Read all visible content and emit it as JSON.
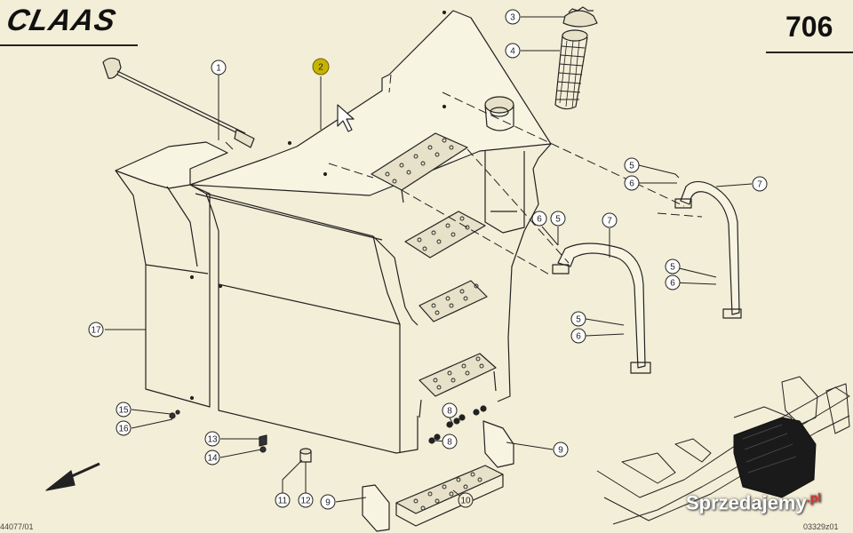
{
  "header": {
    "brand": "CLAAS",
    "page_number": "706"
  },
  "footer": {
    "ref_left": "44077/01",
    "ref_right": "03329z01"
  },
  "watermark": {
    "text": "Sprzedajemy",
    "suffix": ".pl"
  },
  "colors": {
    "paper": "#f3eed7",
    "ink": "#222222",
    "highlight": "#c8b400"
  },
  "callouts": [
    {
      "id": "c1",
      "label": "1"
    },
    {
      "id": "c2",
      "label": "2"
    },
    {
      "id": "c3",
      "label": "3"
    },
    {
      "id": "c4",
      "label": "4"
    },
    {
      "id": "c5a",
      "label": "5"
    },
    {
      "id": "c6a",
      "label": "6"
    },
    {
      "id": "c6b",
      "label": "6"
    },
    {
      "id": "c5b",
      "label": "5"
    },
    {
      "id": "c5c",
      "label": "5"
    },
    {
      "id": "c6c",
      "label": "6"
    },
    {
      "id": "c5d",
      "label": "5"
    },
    {
      "id": "c6d",
      "label": "6"
    },
    {
      "id": "c7a",
      "label": "7"
    },
    {
      "id": "c7b",
      "label": "7"
    },
    {
      "id": "c8a",
      "label": "8"
    },
    {
      "id": "c8b",
      "label": "8"
    },
    {
      "id": "c9a",
      "label": "9"
    },
    {
      "id": "c9b",
      "label": "9"
    },
    {
      "id": "c10",
      "label": "10"
    },
    {
      "id": "c11",
      "label": "11"
    },
    {
      "id": "c12",
      "label": "12"
    },
    {
      "id": "c13",
      "label": "13"
    },
    {
      "id": "c14",
      "label": "14"
    },
    {
      "id": "c15",
      "label": "15"
    },
    {
      "id": "c16",
      "label": "16"
    },
    {
      "id": "c17",
      "label": "17"
    }
  ]
}
